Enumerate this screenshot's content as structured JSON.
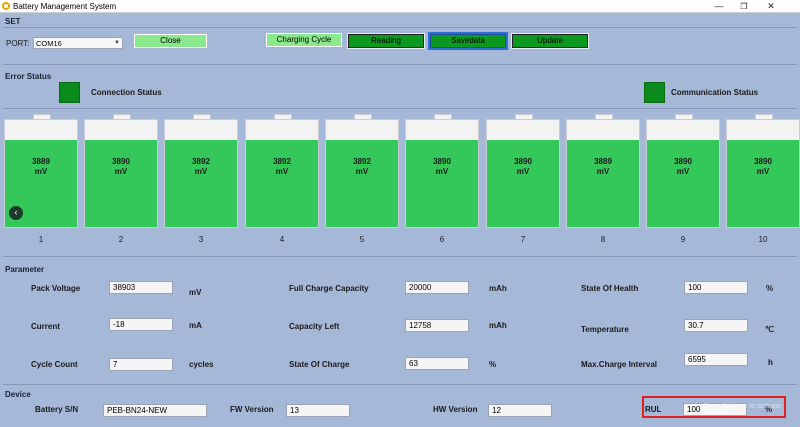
{
  "window": {
    "title": "Battery Management System",
    "minimize": "—",
    "maximize": "❐",
    "close": "✕"
  },
  "set": {
    "section_label": "SET",
    "port_label": "PORT:",
    "port_value": "COM16",
    "buttons": {
      "close": "Close",
      "charging_cycle": "Charging Cycle",
      "reading": "Reading",
      "savedata": "Savedata",
      "update": "Update"
    }
  },
  "error_status": {
    "section_label": "Error Status",
    "connection_label": "Connection Status",
    "communication_label": "Communication Status",
    "indicator_color": "#0b8a1c"
  },
  "cells": [
    {
      "number": "1",
      "voltage": "3889",
      "unit": "mV"
    },
    {
      "number": "2",
      "voltage": "3890",
      "unit": "mV"
    },
    {
      "number": "3",
      "voltage": "3892",
      "unit": "mV"
    },
    {
      "number": "4",
      "voltage": "3892",
      "unit": "mV"
    },
    {
      "number": "5",
      "voltage": "3892",
      "unit": "mV"
    },
    {
      "number": "6",
      "voltage": "3890",
      "unit": "mV"
    },
    {
      "number": "7",
      "voltage": "3890",
      "unit": "mV"
    },
    {
      "number": "8",
      "voltage": "3889",
      "unit": "mV"
    },
    {
      "number": "9",
      "voltage": "3890",
      "unit": "mV"
    },
    {
      "number": "10",
      "voltage": "3890",
      "unit": "mV"
    }
  ],
  "cell_fill_color": "#34c759",
  "parameter": {
    "section_label": "Parameter",
    "pack_voltage": {
      "label": "Pack Voltage",
      "value": "38903",
      "unit": "mV"
    },
    "current": {
      "label": "Current",
      "value": "-18",
      "unit": "mA"
    },
    "cycle_count": {
      "label": "Cycle Count",
      "value": "7",
      "unit": "cycles"
    },
    "full_charge_capacity": {
      "label": "Full Charge Capacity",
      "value": "20000",
      "unit": "mAh"
    },
    "capacity_left": {
      "label": "Capacity Left",
      "value": "12758",
      "unit": "mAh"
    },
    "state_of_charge": {
      "label": "State Of Charge",
      "value": "63",
      "unit": "%"
    },
    "state_of_health": {
      "label": "State Of Health",
      "value": "100",
      "unit": "%"
    },
    "temperature": {
      "label": "Temperature",
      "value": "30.7",
      "unit": "℃"
    },
    "max_charge_interval": {
      "label": "Max.Charge Interval",
      "value": "6595",
      "unit": "h"
    }
  },
  "device": {
    "section_label": "Device",
    "battery_sn": {
      "label": "Battery S/N",
      "value": "PEB-BN24-NEW"
    },
    "fw_version": {
      "label": "FW Version",
      "value": "13"
    },
    "hw_version": {
      "label": "HW Version",
      "value": "12"
    },
    "rul": {
      "label": "RUL",
      "value": "100",
      "unit": "%"
    },
    "watermark": "Go to Settings to activate Windows."
  }
}
